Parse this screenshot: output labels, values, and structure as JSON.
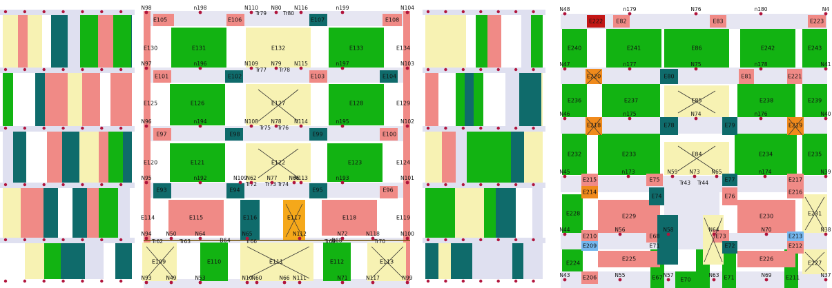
{
  "colors": {
    "green": "#12b312",
    "pink": "#f08a86",
    "yellow": "#f7f2b3",
    "gray": "#dfe0f0",
    "teal": "#0f6b6b",
    "orange": "#f08a1c",
    "blue": "#74b7ef",
    "darkred": "#c41616",
    "node": "#b0143c",
    "beam": "#e8e8ee"
  },
  "panels": [
    {
      "id": "p2",
      "row_nodes": [
        [
          "N98",
          "n198",
          "N110",
          "N80",
          "N116",
          "n199",
          "N104"
        ],
        [
          "N97",
          "n196",
          "N109",
          "N79",
          "N115",
          "n197",
          "N103"
        ],
        [
          "N96",
          "n194",
          "N108",
          "N78",
          "N114",
          "n195",
          "N102"
        ],
        [
          "N95",
          "n192",
          "N109",
          "N62",
          "N77",
          "N66",
          "N113",
          "n193",
          "N101"
        ],
        [
          "N94",
          "N50",
          "N64",
          "N65",
          "N112",
          "N72",
          "N118",
          "N100"
        ],
        [
          "N93",
          "N49",
          "N53",
          "N10",
          "N60",
          "N66",
          "N111",
          "N71",
          "N117",
          "N99"
        ]
      ],
      "trusses": [
        "Tr79",
        "Tr80",
        "Tr77",
        "Tr78",
        "Tr75",
        "Tr76",
        "Tr72",
        "Tr73",
        "Tr74",
        "Tr62",
        "Tr63",
        "Tr66",
        "Tr69",
        "Tr70"
      ],
      "elements": [
        "E105",
        "E106",
        "E107",
        "E108",
        "E130",
        "E131",
        "E132",
        "E133",
        "E134",
        "E101",
        "E102",
        "E103",
        "E104",
        "E125",
        "E126",
        "E127",
        "E128",
        "E129",
        "E97",
        "E98",
        "E99",
        "E100",
        "E120",
        "E121",
        "E122",
        "E123",
        "E124",
        "E93",
        "E94",
        "E95",
        "E96",
        "E114",
        "E115",
        "E116",
        "E117",
        "E118",
        "E119",
        "E109",
        "E110",
        "E111",
        "E112",
        "E113",
        "B64",
        "B68"
      ]
    },
    {
      "id": "p4",
      "row_nodes": [
        [
          "N48",
          "n179",
          "N76",
          "n180",
          "N4"
        ],
        [
          "N47",
          "n177",
          "N75",
          "n178",
          "N41"
        ],
        [
          "N46",
          "n175",
          "N74",
          "n176",
          "N40"
        ],
        [
          "N45",
          "n173",
          "N59",
          "N73",
          "N65",
          "n174",
          "N39"
        ],
        [
          "N44",
          "N56",
          "N58",
          "N64",
          "N70",
          "N38"
        ],
        [
          "N43",
          "N55",
          "N57",
          "N63",
          "N69",
          "N37"
        ]
      ],
      "trusses": [
        "Tr43",
        "Tr44"
      ],
      "elements": [
        "E222",
        "E82",
        "E83",
        "E223",
        "E240",
        "E241",
        "E86",
        "E242",
        "E243",
        "E220",
        "E80",
        "E81",
        "E221",
        "E236",
        "E237",
        "E85",
        "E238",
        "E239",
        "E218",
        "E78",
        "E79",
        "E219",
        "E232",
        "E233",
        "E84",
        "E234",
        "E235",
        "E215",
        "E75",
        "E77",
        "E217",
        "E214",
        "E74",
        "E76",
        "E216",
        "E228",
        "E229",
        "E230",
        "E231",
        "E210",
        "E68",
        "E73",
        "E213",
        "E209",
        "E71",
        "E72",
        "E212",
        "E224",
        "E225",
        "E226",
        "E227",
        "E206",
        "E67",
        "E70",
        "E71",
        "E211"
      ]
    }
  ]
}
